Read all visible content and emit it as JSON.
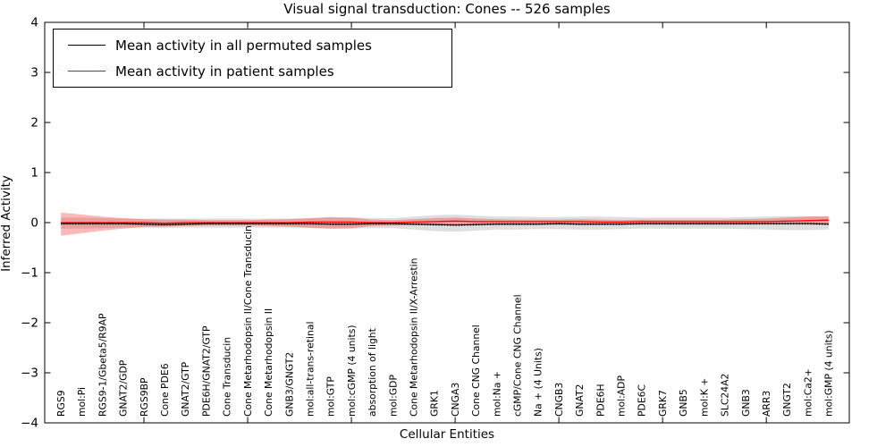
{
  "chart_data": {
    "type": "line",
    "title": "Visual signal transduction: Cones -- 526 samples",
    "xlabel": "Cellular Entities",
    "ylabel": "Inferred Activity",
    "ylim": [
      -4,
      4
    ],
    "yticks": [
      -4,
      -3,
      -2,
      -1,
      0,
      1,
      2,
      3,
      4
    ],
    "xtick_major_positions": [
      5,
      10,
      15,
      20,
      25,
      30,
      35
    ],
    "grid": false,
    "legend_position": "upper left",
    "colors": {
      "permuted_line": "#000000",
      "patient_line": "#ff0000",
      "permuted_band": "#000000",
      "patient_band": "#ff0000",
      "axes": "#000000",
      "background": "#ffffff"
    },
    "categories": [
      "RGS9",
      "mol:Pi",
      "RGS9-1/Gbeta5/R9AP",
      "GNAT2/GDP",
      "RGS9BP",
      "Cone PDE6",
      "GNAT2/GTP",
      "PDE6H/GNAT2/GTP",
      "Cone Transducin",
      "Cone Metarhodopsin II/Cone Transducin",
      "Cone Metarhodopsin II",
      "GNB3/GNGT2",
      "mol:all-trans-retinal",
      "mol:GTP",
      "mol:cGMP (4 units)",
      "absorption of light",
      "mol:GDP",
      "Cone Metarhodopsin II/X-Arrestin",
      "GRK1",
      "CNGA3",
      "Cone CNG Channel",
      "mol:Na +",
      "cGMP/Cone CNG Channel",
      "Na + (4 Units)",
      "CNGB3",
      "GNAT2",
      "PDE6H",
      "mol:ADP",
      "PDE6C",
      "GRK7",
      "GNB5",
      "mol:K +",
      "SLC24A2",
      "GNB3",
      "ARR3",
      "GNGT2",
      "mol:Ca2+",
      "mol:GMP (4 units)"
    ],
    "series": [
      {
        "name": "Mean activity in all permuted samples",
        "color": "#000000",
        "style": "solid",
        "values": [
          -0.02,
          -0.02,
          -0.02,
          -0.02,
          -0.03,
          -0.04,
          -0.03,
          -0.02,
          -0.02,
          -0.02,
          -0.02,
          -0.02,
          -0.02,
          -0.03,
          -0.03,
          -0.02,
          -0.02,
          -0.03,
          -0.04,
          -0.05,
          -0.04,
          -0.03,
          -0.03,
          -0.03,
          -0.02,
          -0.03,
          -0.03,
          -0.03,
          -0.02,
          -0.02,
          -0.02,
          -0.02,
          -0.02,
          -0.02,
          -0.02,
          -0.02,
          -0.02,
          -0.03
        ],
        "band_upper": [
          0.1,
          0.1,
          0.09,
          0.08,
          0.08,
          0.08,
          0.08,
          0.08,
          0.08,
          0.08,
          0.08,
          0.08,
          0.09,
          0.1,
          0.1,
          0.09,
          0.09,
          0.12,
          0.15,
          0.16,
          0.14,
          0.12,
          0.12,
          0.11,
          0.11,
          0.12,
          0.12,
          0.11,
          0.1,
          0.1,
          0.1,
          0.1,
          0.1,
          0.11,
          0.12,
          0.13,
          0.13,
          0.12
        ],
        "band_lower": [
          -0.12,
          -0.12,
          -0.11,
          -0.1,
          -0.1,
          -0.11,
          -0.1,
          -0.1,
          -0.1,
          -0.1,
          -0.1,
          -0.1,
          -0.11,
          -0.12,
          -0.12,
          -0.11,
          -0.11,
          -0.14,
          -0.17,
          -0.18,
          -0.16,
          -0.14,
          -0.14,
          -0.13,
          -0.13,
          -0.14,
          -0.14,
          -0.13,
          -0.12,
          -0.12,
          -0.12,
          -0.12,
          -0.12,
          -0.13,
          -0.14,
          -0.15,
          -0.15,
          -0.14
        ]
      },
      {
        "name": "Mean activity in patient samples",
        "color": "#ff0000",
        "style": "solid",
        "values": [
          0.0,
          0.0,
          0.0,
          0.0,
          0.0,
          -0.01,
          0.0,
          0.0,
          0.0,
          0.0,
          0.0,
          0.0,
          0.01,
          0.01,
          0.01,
          0.0,
          0.0,
          0.01,
          0.02,
          0.03,
          0.02,
          0.02,
          0.02,
          0.02,
          0.02,
          0.02,
          0.01,
          0.01,
          0.02,
          0.02,
          0.02,
          0.02,
          0.02,
          0.02,
          0.02,
          0.03,
          0.04,
          0.05
        ],
        "band_upper": [
          0.2,
          0.16,
          0.12,
          0.09,
          0.07,
          0.06,
          0.06,
          0.05,
          0.05,
          0.05,
          0.06,
          0.07,
          0.09,
          0.11,
          0.1,
          0.06,
          0.05,
          0.07,
          0.09,
          0.1,
          0.08,
          0.07,
          0.06,
          0.06,
          0.06,
          0.07,
          0.06,
          0.05,
          0.06,
          0.06,
          0.06,
          0.06,
          0.06,
          0.07,
          0.08,
          0.1,
          0.12,
          0.13
        ],
        "band_lower": [
          -0.26,
          -0.21,
          -0.16,
          -0.12,
          -0.09,
          -0.08,
          -0.07,
          -0.06,
          -0.06,
          -0.06,
          -0.07,
          -0.08,
          -0.1,
          -0.12,
          -0.11,
          -0.07,
          -0.06,
          -0.05,
          -0.05,
          -0.04,
          -0.04,
          -0.04,
          -0.04,
          -0.04,
          -0.04,
          -0.05,
          -0.04,
          -0.04,
          -0.04,
          -0.04,
          -0.04,
          -0.04,
          -0.04,
          -0.04,
          -0.03,
          -0.03,
          -0.02,
          -0.02
        ]
      }
    ]
  }
}
